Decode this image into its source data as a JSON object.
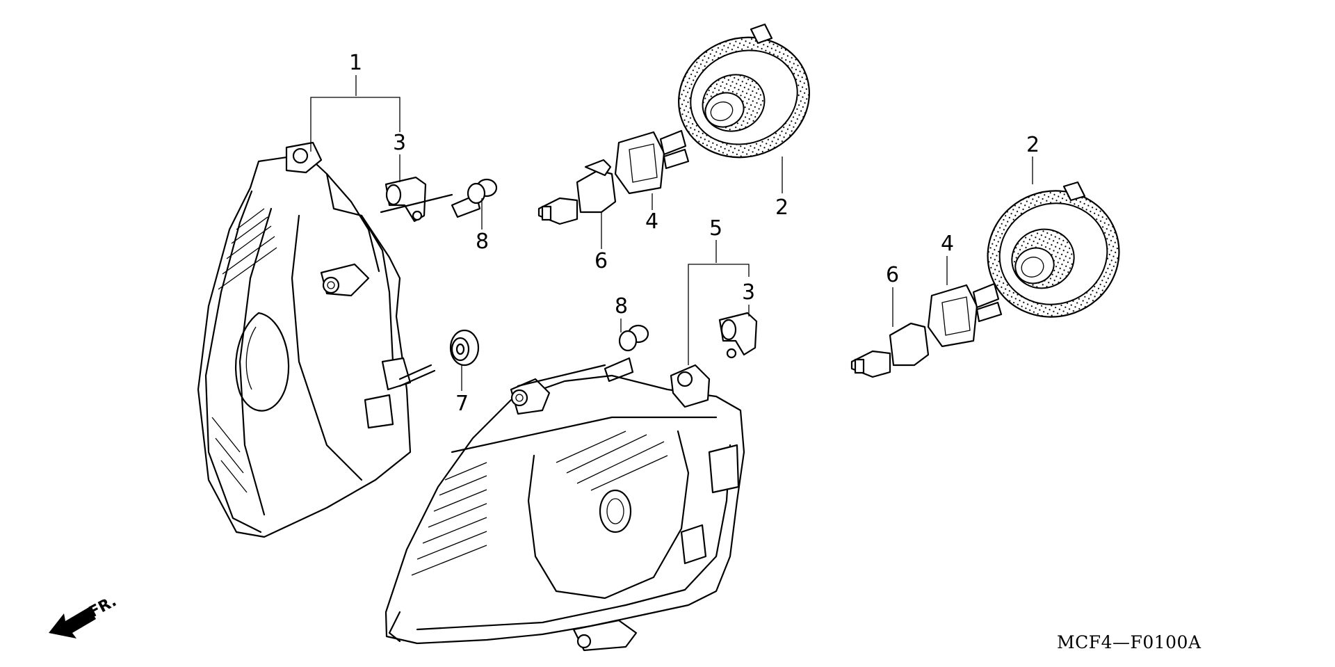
{
  "diagram": {
    "drawing_code": "MCF4—F0100A",
    "front_indicator": "FR.",
    "callouts": [
      {
        "id": "c1",
        "label": "1"
      },
      {
        "id": "c2a",
        "label": "2"
      },
      {
        "id": "c2b",
        "label": "2"
      },
      {
        "id": "c3a",
        "label": "3"
      },
      {
        "id": "c3b",
        "label": "3"
      },
      {
        "id": "c4a",
        "label": "4"
      },
      {
        "id": "c4b",
        "label": "4"
      },
      {
        "id": "c5",
        "label": "5"
      },
      {
        "id": "c6a",
        "label": "6"
      },
      {
        "id": "c6b",
        "label": "6"
      },
      {
        "id": "c7",
        "label": "7"
      },
      {
        "id": "c8a",
        "label": "8"
      },
      {
        "id": "c8b",
        "label": "8"
      }
    ]
  }
}
